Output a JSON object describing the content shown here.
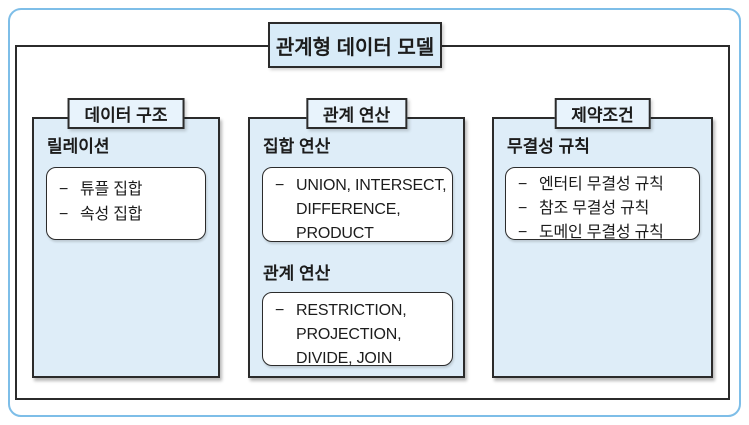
{
  "dash": "−",
  "title": "관계형 데이터 모델",
  "columns": [
    {
      "header": "데이터 구조",
      "sections": [
        {
          "label": "릴레이션",
          "items": [
            {
              "lines": [
                "튜플 집합"
              ]
            },
            {
              "lines": [
                "속성 집합"
              ]
            }
          ]
        }
      ]
    },
    {
      "header": "관계 연산",
      "sections": [
        {
          "label": "집합 연산",
          "items": [
            {
              "lines": [
                "UNION, INTERSECT,",
                "DIFFERENCE,",
                "PRODUCT"
              ]
            }
          ]
        },
        {
          "label": "관계 연산",
          "items": [
            {
              "lines": [
                "RESTRICTION,",
                "PROJECTION,",
                "DIVIDE, JOIN"
              ]
            }
          ]
        }
      ]
    },
    {
      "header": "제약조건",
      "sections": [
        {
          "label": "무결성 규칙",
          "items": [
            {
              "lines": [
                "엔터티 무결성 규칙"
              ]
            },
            {
              "lines": [
                "참조 무결성 규칙"
              ]
            },
            {
              "lines": [
                "도메인 무결성 규칙"
              ]
            }
          ]
        }
      ]
    }
  ],
  "colors": {
    "frame-border": "#7ebee8",
    "box-border": "#2b2b2b",
    "panel-bg": "#deedf8",
    "header-bg": "#e8f3fc",
    "title-bg": "#d8ebf8",
    "item-box-bg": "#ffffff",
    "text": "#1c1c1c"
  }
}
